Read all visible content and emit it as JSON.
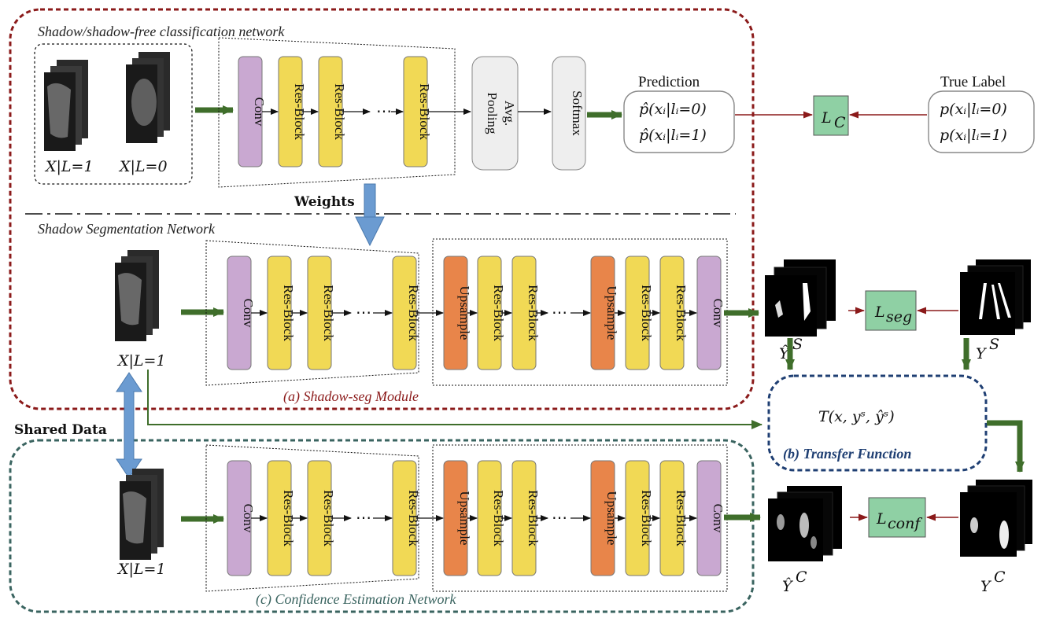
{
  "sections": {
    "classification_title": "Shadow/shadow-free classification network",
    "segmentation_title": "Shadow Segmentation Network",
    "module_a": "(a) Shadow-seg Module",
    "module_b": "(b) Transfer Function",
    "module_c": "(c) Confidence Estimation Network"
  },
  "arrows": {
    "weights": "Weights",
    "shared_data": "Shared Data"
  },
  "blocks": {
    "conv": "Conv",
    "res": "Res-Block",
    "upsample": "Upsample",
    "avg_pool_1": "Avg.",
    "avg_pool_2": "Pooling",
    "softmax": "Softmax",
    "dots": "⋯"
  },
  "labels": {
    "x_l1": "X|L=1",
    "x_l0": "X|L=0",
    "prediction": "Prediction",
    "true_label": "True Label",
    "pred_0": "p̂(xᵢ|lᵢ=0)",
    "pred_1": "p̂(xᵢ|lᵢ=1)",
    "true_0": "p(xᵢ|lᵢ=0)",
    "true_1": "p(xᵢ|lᵢ=1)",
    "loss_c": "L",
    "loss_c_sub": "C",
    "loss_seg": "L",
    "loss_seg_sub": "seg",
    "loss_conf": "L",
    "loss_conf_sub": "conf",
    "y_hat_s": "Ŷ",
    "y_hat_s_sup": "S",
    "y_s": "Y",
    "y_s_sup": "S",
    "y_hat_c": "Ŷ",
    "y_hat_c_sup": "C",
    "y_c": "Y",
    "y_c_sup": "C",
    "transfer": "T(x, yˢ, ŷˢ)"
  },
  "colors": {
    "red_border": "#8b1a1a",
    "blue_border": "#1f3f73",
    "teal_border": "#3a6460",
    "green_arrow": "#3f6e2b",
    "blue_arrow": "#6b9bd1",
    "conv": "#c9a8d1",
    "res": "#f1d955",
    "upsample": "#e8854a",
    "gray_block": "#eeeeee",
    "loss": "#8fd0a4"
  }
}
